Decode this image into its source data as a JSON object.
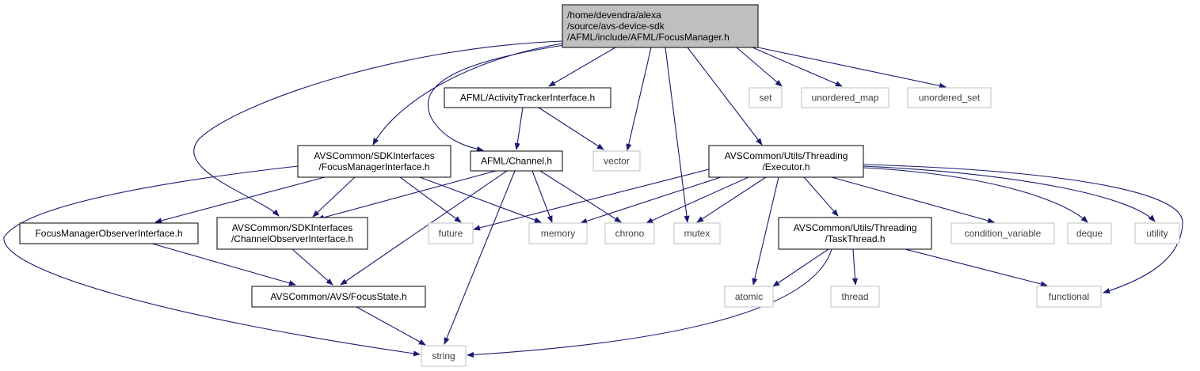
{
  "colors": {
    "edge": "#191970",
    "box_border_main": "#000000",
    "box_border_external": "#bfbfbf",
    "root_fill": "#bfbfbf",
    "box_fill": "#ffffff",
    "text_main": "#000000",
    "text_external": "#3f3f3f"
  },
  "nodes": {
    "focus_manager": [
      "/home/devendra/alexa",
      "/source/avs-device-sdk",
      "/AFML/include/AFML/FocusManager.h"
    ],
    "activity_tracker": [
      "AFML/ActivityTrackerInterface.h"
    ],
    "sdk_focus_manager_interface": [
      "AVSCommon/SDKInterfaces",
      "/FocusManagerInterface.h"
    ],
    "channel": [
      "AFML/Channel.h"
    ],
    "executor": [
      "AVSCommon/Utils/Threading",
      "/Executor.h"
    ],
    "focus_manager_observer": [
      "FocusManagerObserverInterface.h"
    ],
    "channel_observer": [
      "AVSCommon/SDKInterfaces",
      "/ChannelObserverInterface.h"
    ],
    "task_thread": [
      "AVSCommon/Utils/Threading",
      "/TaskThread.h"
    ],
    "focus_state": [
      "AVSCommon/AVS/FocusState.h"
    ],
    "set": [
      "set"
    ],
    "unordered_map": [
      "unordered_map"
    ],
    "unordered_set": [
      "unordered_set"
    ],
    "vector": [
      "vector"
    ],
    "future": [
      "future"
    ],
    "memory": [
      "memory"
    ],
    "chrono": [
      "chrono"
    ],
    "mutex": [
      "mutex"
    ],
    "condition_variable": [
      "condition_variable"
    ],
    "deque": [
      "deque"
    ],
    "utility": [
      "utility"
    ],
    "atomic": [
      "atomic"
    ],
    "thread": [
      "thread"
    ],
    "functional": [
      "functional"
    ],
    "string": [
      "string"
    ]
  }
}
